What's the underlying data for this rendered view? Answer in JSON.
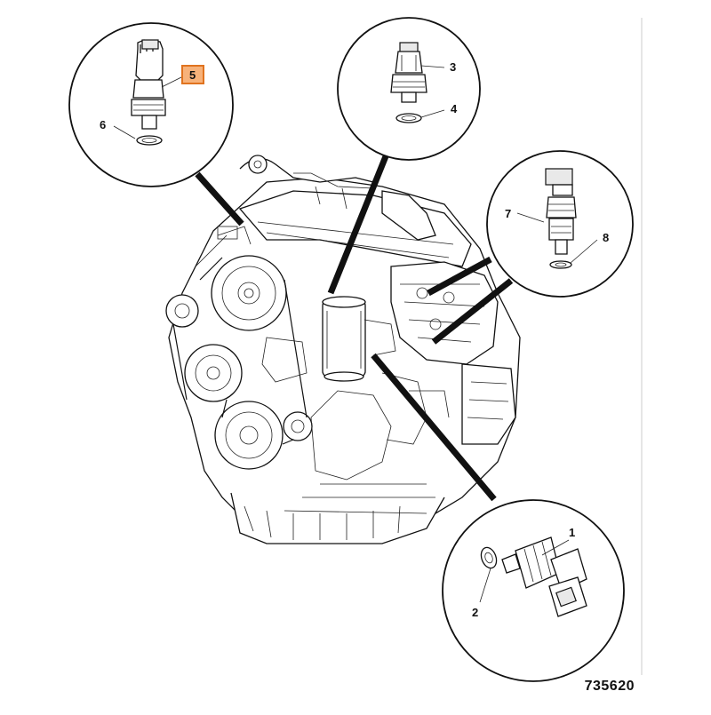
{
  "diagram": {
    "callouts": [
      {
        "id": "c1",
        "label": "1"
      },
      {
        "id": "c2",
        "label": "2"
      },
      {
        "id": "c3",
        "label": "3"
      },
      {
        "id": "c4",
        "label": "4"
      },
      {
        "id": "c5",
        "label": "5",
        "highlighted": true
      },
      {
        "id": "c6",
        "label": "6"
      },
      {
        "id": "c7",
        "label": "7"
      },
      {
        "id": "c8",
        "label": "8"
      }
    ],
    "drawing_number": "735620",
    "colors": {
      "highlight_fill": "#f7b27a",
      "highlight_border": "#e0731f",
      "line": "#111111"
    }
  }
}
